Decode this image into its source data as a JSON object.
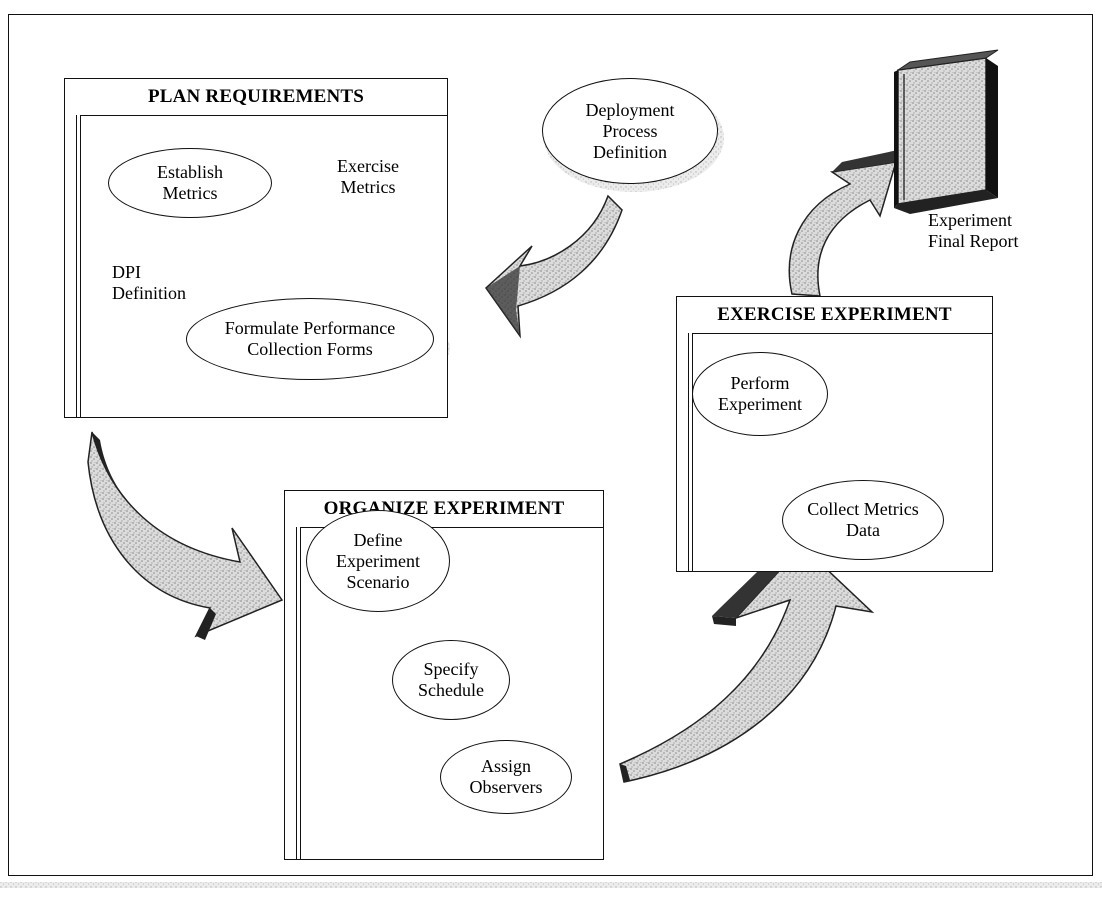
{
  "panels": {
    "plan": {
      "title": "PLAN REQUIREMENTS",
      "ovals": {
        "establish_metrics": "Establish\nMetrics",
        "formulate_forms": "Formulate Performance\nCollection Forms"
      },
      "labels": {
        "exercise_metrics": "Exercise\nMetrics",
        "dpi_definition": "DPI\nDefinition"
      }
    },
    "organize": {
      "title": "ORGANIZE EXPERIMENT",
      "ovals": {
        "define_scenario": "Define\nExperiment\nScenario",
        "specify_schedule": "Specify\nSchedule",
        "assign_observers": "Assign\nObservers"
      }
    },
    "exercise": {
      "title": "EXERCISE EXPERIMENT",
      "ovals": {
        "perform_experiment": "Perform\nExperiment",
        "collect_metrics": "Collect Metrics\nData"
      }
    }
  },
  "standalone": {
    "deployment_process": "Deployment\nProcess\nDefinition",
    "final_report": "Experiment\nFinal Report"
  },
  "icons": {
    "report": "binder-icon",
    "arrows": "curved-arrow-icon"
  },
  "colors": {
    "line": "#111111",
    "shade": "#b8b8b8",
    "arrow_dark": "#222222",
    "background": "#ffffff"
  }
}
